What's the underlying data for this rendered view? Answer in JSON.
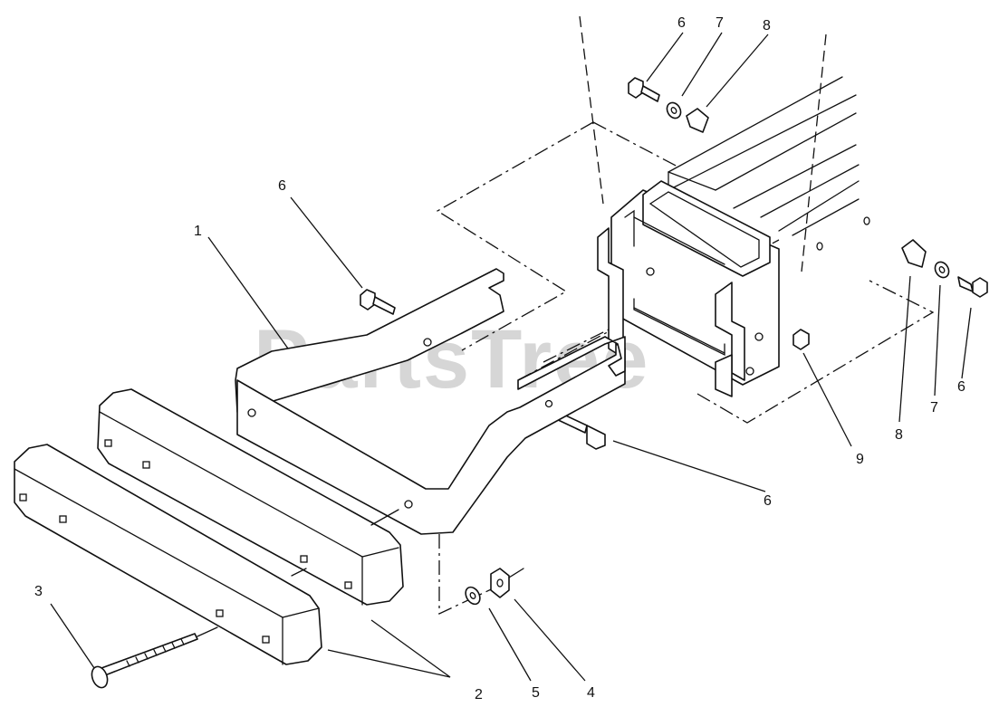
{
  "watermark": "PartsTree",
  "colors": {
    "line": "#111111",
    "watermark": "#c9c9c9",
    "background": "#ffffff"
  },
  "callouts": [
    {
      "id": "c1",
      "label": "1"
    },
    {
      "id": "c2",
      "label": "2"
    },
    {
      "id": "c3",
      "label": "3"
    },
    {
      "id": "c4",
      "label": "4"
    },
    {
      "id": "c5",
      "label": "5"
    },
    {
      "id": "c6a",
      "label": "6"
    },
    {
      "id": "c6b",
      "label": "6"
    },
    {
      "id": "c6c",
      "label": "6"
    },
    {
      "id": "c6d",
      "label": "6"
    },
    {
      "id": "c7a",
      "label": "7"
    },
    {
      "id": "c7b",
      "label": "7"
    },
    {
      "id": "c8a",
      "label": "8"
    },
    {
      "id": "c8b",
      "label": "8"
    },
    {
      "id": "c9",
      "label": "9"
    }
  ]
}
